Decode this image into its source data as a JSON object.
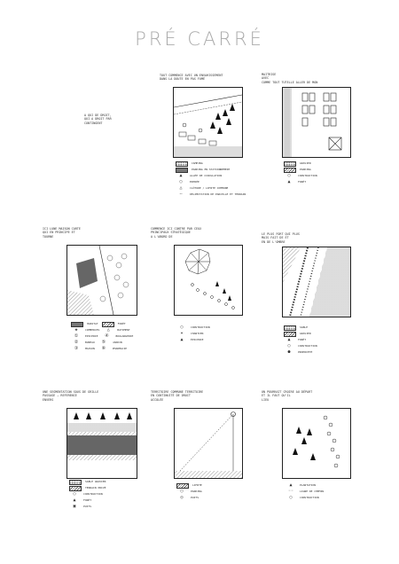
{
  "title": "PRÉ CARRÉ",
  "notes": {
    "top_center": "TOUT COMMENCE AVEC UN ENVAHISSEMENT\nDANS LA DOUTE EN PAS FUMÉ",
    "top_right": "MAITRISE\nAVEC\nCOMME TOUT TUTELLE ALLER DE MON",
    "top_left": "A QUI DE DROIT,\nQUI A DROIT PAR\nCONTINGENT",
    "mid_left": "ICI LUNE MAISON CARTE\nQUI EN PRINCIPE ET\nTOURNE",
    "mid_center": "COMMENCE ICI CONTRE PAR CEUX\nPRINCIPAUX STRATÉGIQUE\nA L'ABORD DE",
    "mid_right": "LE PLUS FORT QUI PLUS\nMAIS FAIT DE ET\nEN DE L'OMBRE",
    "bot_left": "UNE SEGMENTATION SOUS DE GRILLE\nPASSAGE — REFERENCE\nENVERS",
    "bot_center": "TERRITOIRE COMMUNE TERRITOIRE\nEN CONTINUITÉ DE DROIT\nACCOLÉE",
    "bot_right": "ON POURRAIT CROIRE AU DÉPART\nET IL FAUT QU'IL\nLIEU"
  },
  "legends": {
    "top_center": [
      "CAMPING",
      "PARKING EN STATIONNEMENT",
      "ALLÉE DE CIRCULATION",
      "ENTRÉE",
      "CLÔTURE / LIMITE COMMUNE",
      "DÉLIMITATION DE PARCELLE ET TERRAIN"
    ],
    "top_right": [
      "GRAVIER",
      "PARKING",
      "CONSTRUCTION",
      "FORÊT"
    ],
    "mid_left": [
      "HABITAT",
      "FORÊT",
      "COMMERCES",
      "BATIMENT",
      "ÉPICERIE",
      "BOULANGERIE",
      "BUREAU",
      "JARDIN",
      "MAISON",
      "PHARMACIE"
    ],
    "mid_center": [
      "CONSTRUCTION",
      "CHANTIER",
      "ÉPICERIE"
    ],
    "mid_right": [
      "SABLE",
      "GRAVIER",
      "FORÊT",
      "CONSTRUCTION",
      "PROPRIÉTÉ"
    ],
    "bot_left": [
      "SABLE GRAVIER",
      "TERRAIN PRIVÉ",
      "CONSTRUCTION",
      "FORÊT",
      "PUITS"
    ],
    "bot_center": [
      "LIMITE",
      "PARKING",
      "PUITS"
    ],
    "bot_right": [
      "PLANTATION",
      "LIGNE DE CHEMIN",
      "CONSTRUCTION"
    ]
  }
}
